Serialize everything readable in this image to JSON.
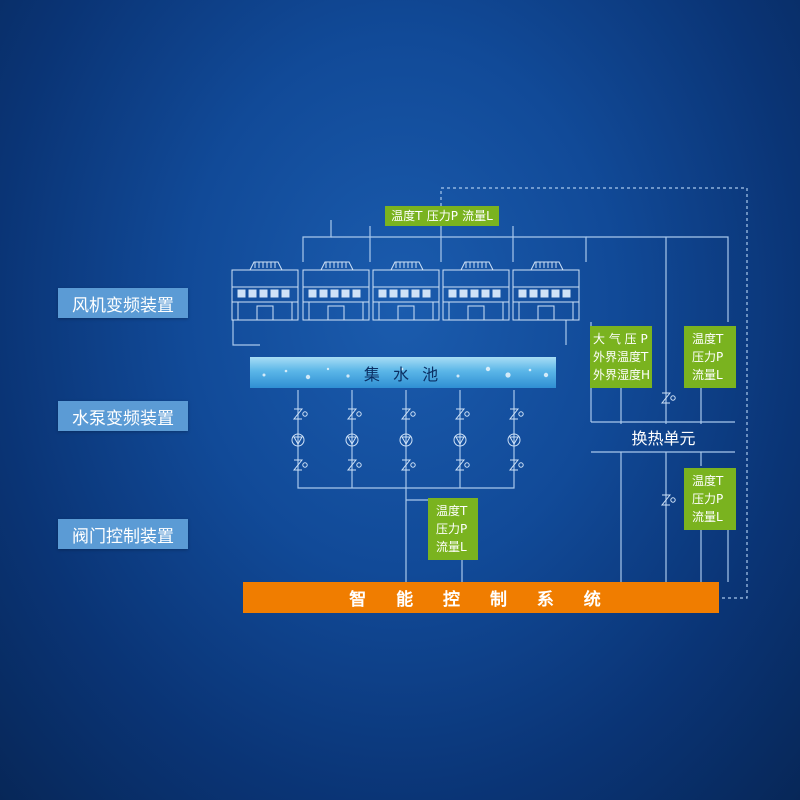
{
  "side_labels": [
    "风机变频装置",
    "水泵变频装置",
    "阀门控制装置"
  ],
  "top_sensor": [
    "温度T",
    "压力P",
    "流量L"
  ],
  "pool_label": "集 水 池",
  "atmos_sensor": [
    "大 气 压 P",
    "外界温度T",
    "外界湿度H"
  ],
  "right_sensor_upper": [
    "温度T",
    "压力P",
    "流量L"
  ],
  "right_sensor_lower": [
    "温度T",
    "压力P",
    "流量L"
  ],
  "middle_sensor": [
    "温度T",
    "压力P",
    "流量L"
  ],
  "heat_unit_label": "换热单元",
  "control_label": "智 能 控 制 系 统",
  "colors": {
    "background": "#114a98",
    "label_blue": "#5b9bd5",
    "sensor_green": "#7ab31f",
    "control_orange": "#f07d00",
    "line": "#a9c8ec"
  },
  "icons": [
    "cooling-tower-icon",
    "valve-icon",
    "pump-icon"
  ]
}
